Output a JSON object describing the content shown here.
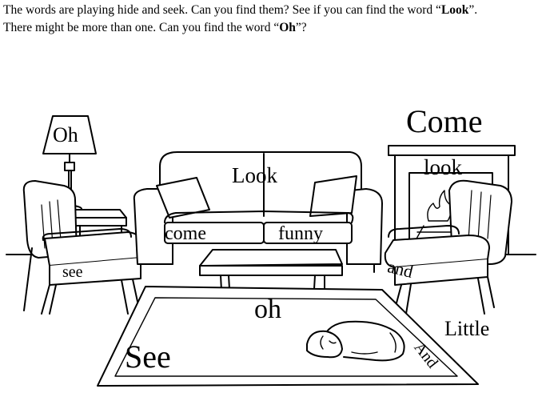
{
  "instructions": {
    "line1_pre": "The words are playing hide and seek.  Can you find them?  See if you can find the word “",
    "line1_bold": "Look",
    "line1_post": "”.",
    "line2_pre": "There might be more than one.  Can you find the word “",
    "line2_bold": "Oh",
    "line2_post": "”?"
  },
  "hidden_words": {
    "oh_lamp": "Oh",
    "come_big": "Come",
    "look_sofa": "Look",
    "look_fireplace": "look",
    "come_cushion": "come",
    "funny": "funny",
    "see_chair": "see",
    "and_chair": "and",
    "oh_rug": "oh",
    "little": "Little",
    "see_rug": "See",
    "and_rug": "And"
  }
}
